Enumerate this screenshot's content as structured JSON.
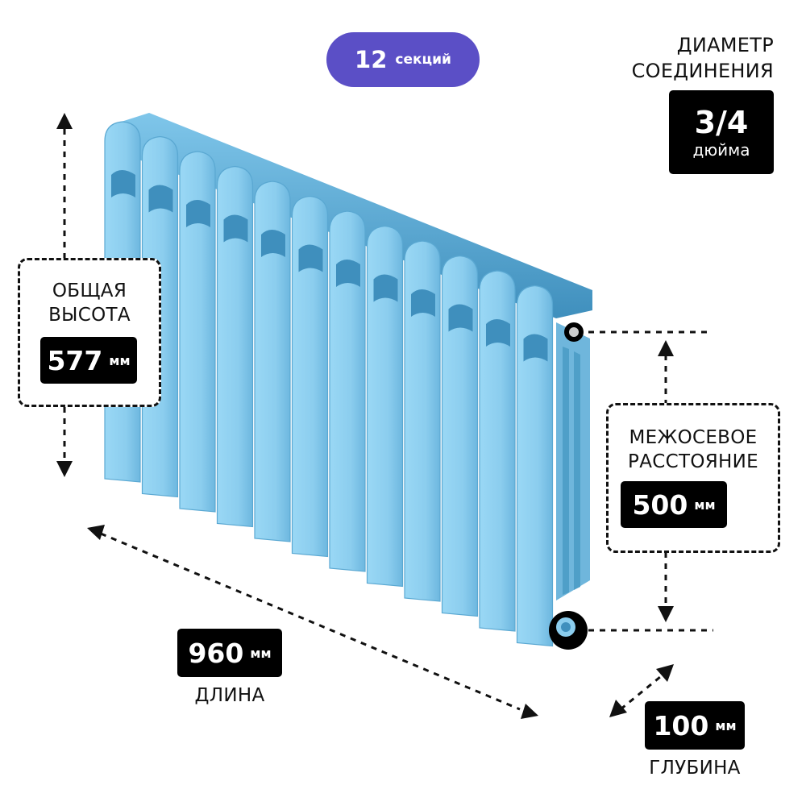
{
  "sections_badge": {
    "number": "12",
    "unit": "секций"
  },
  "connection": {
    "title_line1": "ДИАМЕТР",
    "title_line2": "СОЕДИНЕНИЯ",
    "value": "3/4",
    "unit": "дюйма"
  },
  "height": {
    "title_line1": "ОБЩАЯ",
    "title_line2": "ВЫСОТА",
    "value": "577",
    "unit": "мм"
  },
  "center_distance": {
    "title_line1": "МЕЖОСЕВОЕ",
    "title_line2": "РАССТОЯНИЕ",
    "value": "500",
    "unit": "мм"
  },
  "length": {
    "value": "960",
    "unit": "мм",
    "label": "ДЛИНА"
  },
  "depth": {
    "value": "100",
    "unit": "мм",
    "label": "ГЛУБИНА"
  },
  "colors": {
    "radiator": "#8ecfee",
    "radiator_dark": "#4f9fc8",
    "badge": "#5b4fc6",
    "text": "#111111"
  },
  "icons": [
    "radiator-illustration",
    "dimension-arrow",
    "pipe-connector"
  ]
}
